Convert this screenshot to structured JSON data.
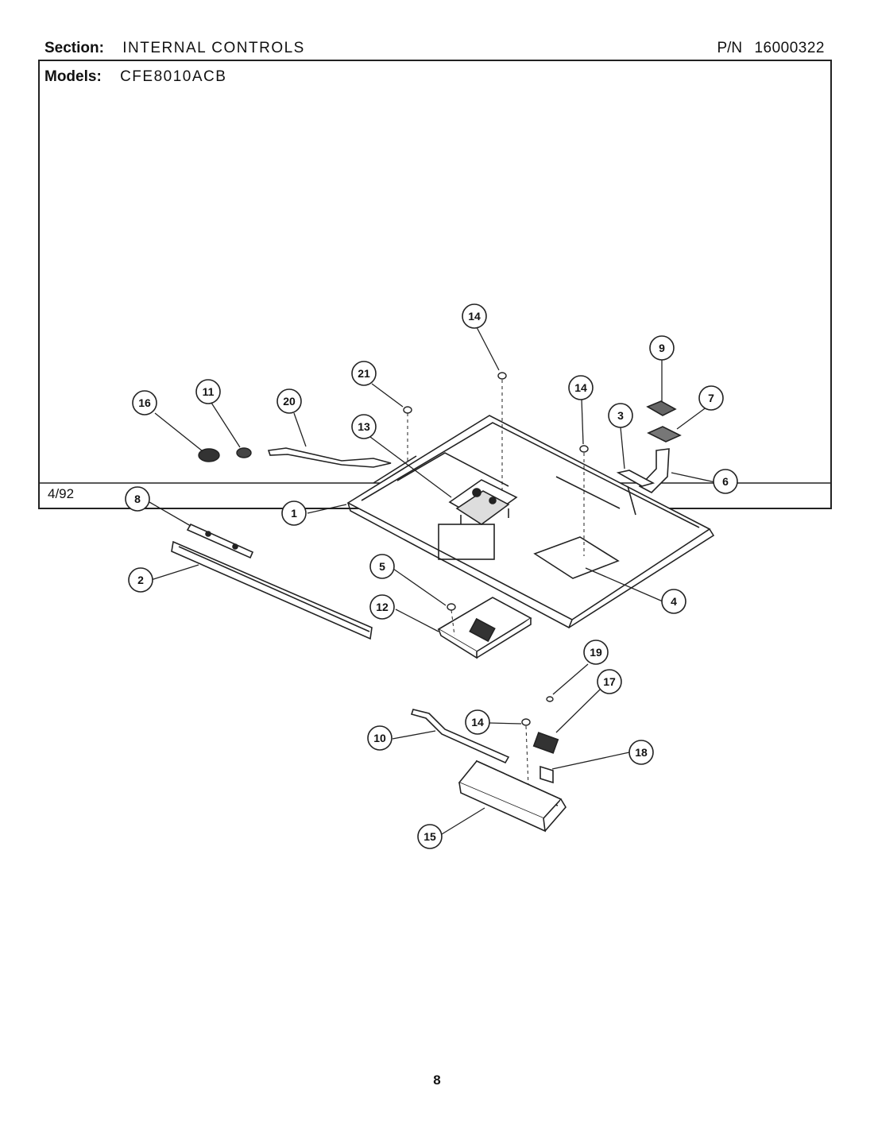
{
  "header": {
    "section_label": "Section:",
    "section_value": "INTERNAL CONTROLS",
    "pn_label": "P/N",
    "pn_value": "16000322",
    "models_label": "Models:",
    "models_value": "CFE8010ACB"
  },
  "footer": {
    "date": "4/92",
    "page_number": "8"
  },
  "callouts": [
    "14",
    "9",
    "21",
    "7",
    "14",
    "16",
    "11",
    "20",
    "3",
    "13",
    "6",
    "8",
    "1",
    "2",
    "5",
    "4",
    "12",
    "19",
    "17",
    "14",
    "10",
    "18",
    "15"
  ]
}
